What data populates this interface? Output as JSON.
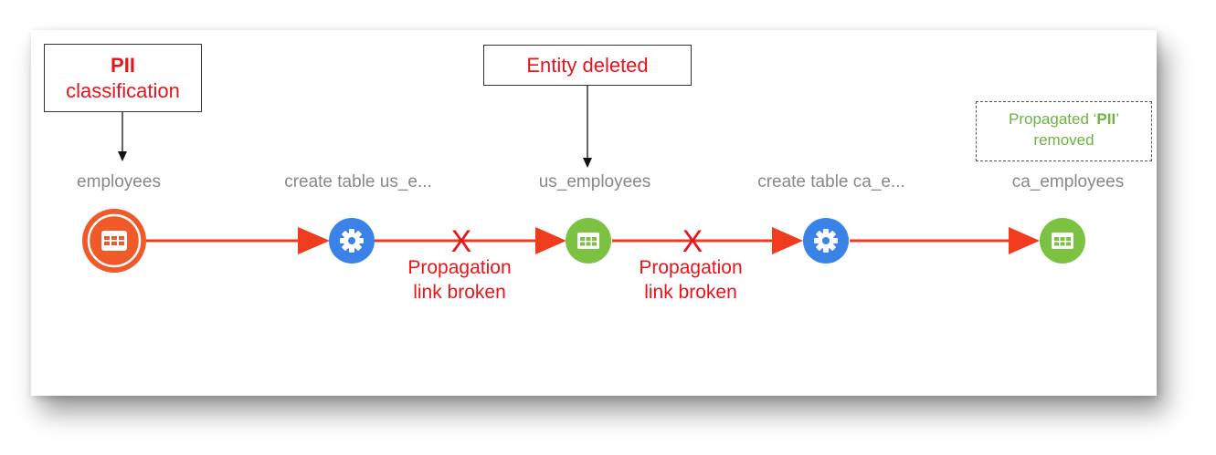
{
  "callouts": {
    "pii": {
      "title": "PII",
      "text": "classification"
    },
    "deleted": {
      "text": "Entity deleted"
    },
    "removed": {
      "prefix": "Propagated ‘",
      "bold": "PII",
      "suffix": "’",
      "line2": "removed"
    }
  },
  "nodes": [
    {
      "label": "employees",
      "icon": "table-icon",
      "color": "#f05a28",
      "type": "table-classified"
    },
    {
      "label": "create table us_e...",
      "icon": "gear-icon",
      "color": "#3b82e8",
      "type": "process"
    },
    {
      "label": "us_employees",
      "icon": "table-icon",
      "color": "#7dc143",
      "type": "table"
    },
    {
      "label": "create table ca_e...",
      "icon": "gear-icon",
      "color": "#3b82e8",
      "type": "process"
    },
    {
      "label": "ca_employees",
      "icon": "table-icon",
      "color": "#7dc143",
      "type": "table"
    }
  ],
  "broken_links": [
    {
      "mark": "X",
      "line1": "Propagation",
      "line2": "link broken"
    },
    {
      "mark": "X",
      "line1": "Propagation",
      "line2": "link broken"
    }
  ],
  "colors": {
    "edge": "#f03c1e",
    "alert_text": "#e8141c",
    "note_text": "#6cb33f",
    "node_label": "#888888"
  }
}
